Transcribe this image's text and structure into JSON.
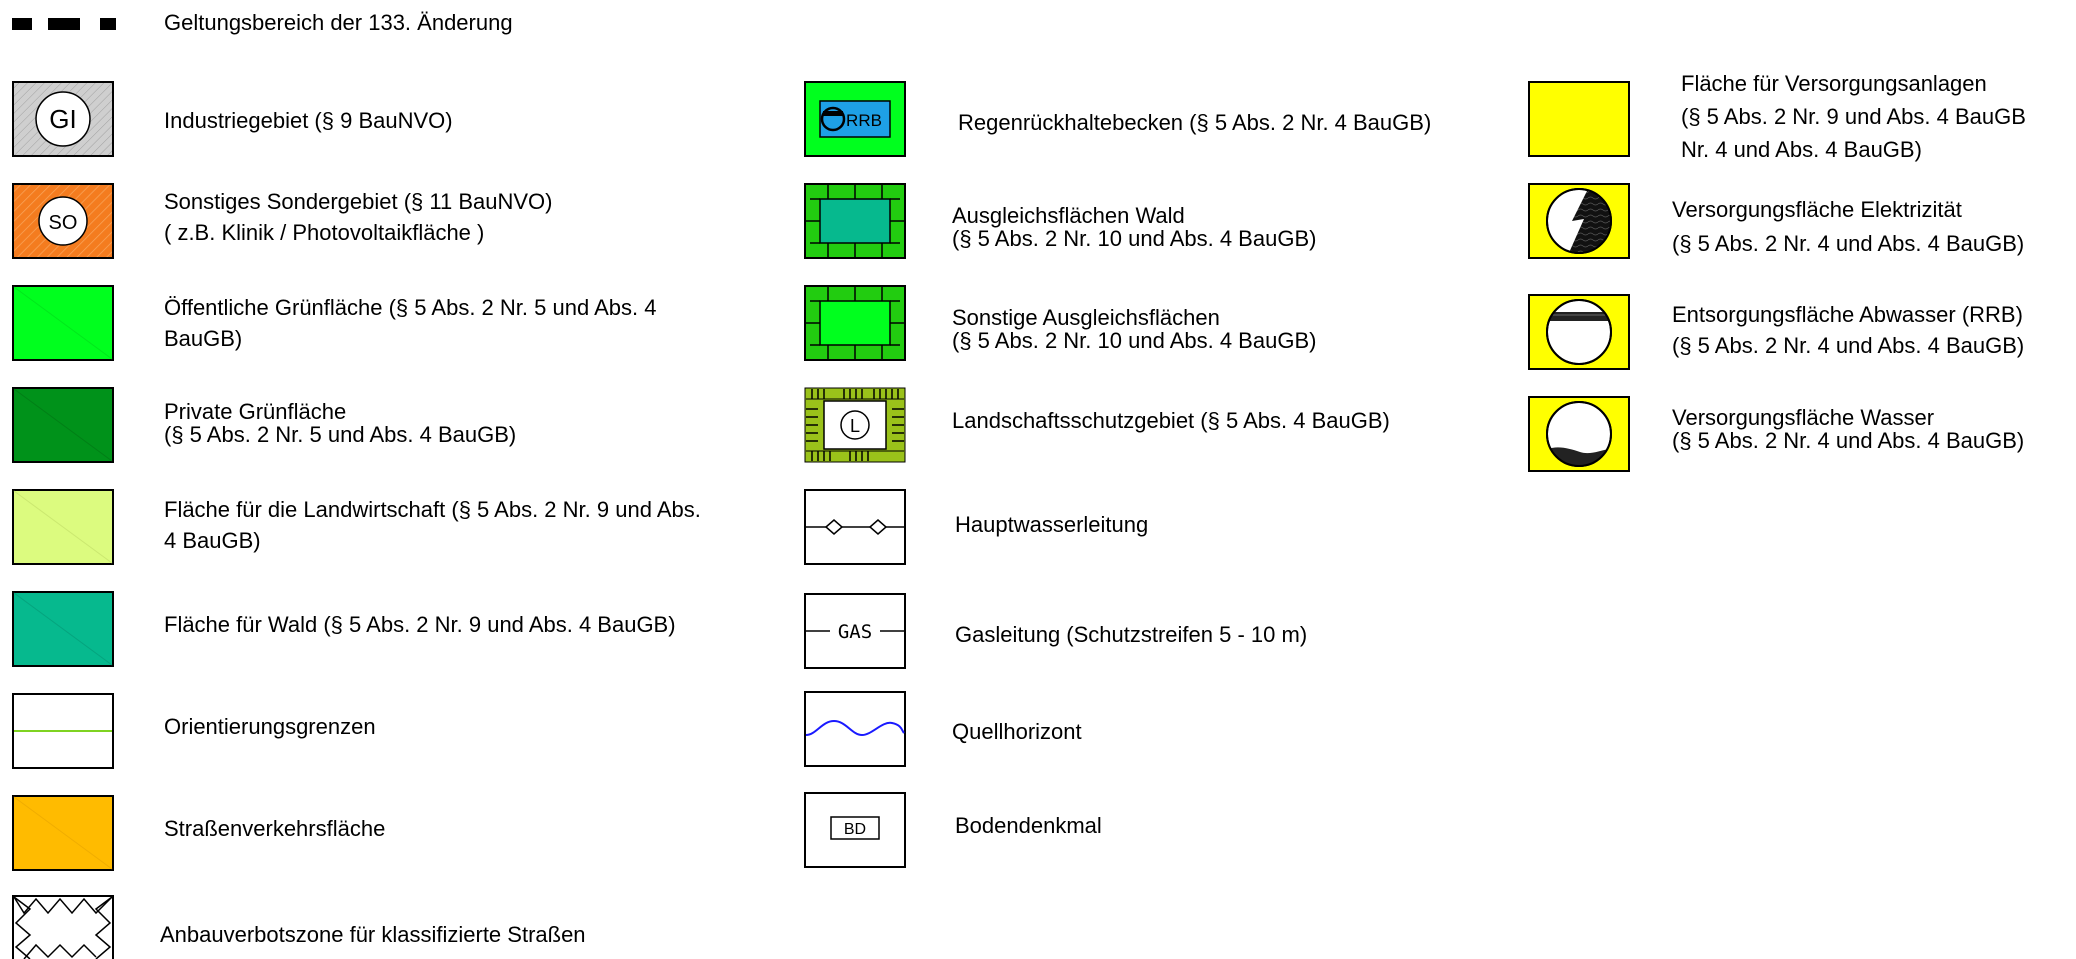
{
  "scope": {
    "label": "Geltungsbereich der 133. Änderung"
  },
  "left": [
    {
      "key": "gi",
      "symbol": "industrial-symbol",
      "badge": "GI",
      "color": "#c9c9c9",
      "label": "Industriegebiet (§ 9 BauNVO)"
    },
    {
      "key": "so",
      "symbol": "special-area-symbol",
      "badge": "SO",
      "color": "#f47c1f",
      "label": "Sonstiges Sondergebiet (§ 11 BauNVO)\n( z.B. Klinik  /  Photovoltaikfläche )"
    },
    {
      "key": "public-green",
      "symbol": "public-green-symbol",
      "color": "#00ff1e",
      "label": "Öffentliche Grünfläche (§ 5 Abs. 2 Nr. 5 und Abs. 4\nBauGB)"
    },
    {
      "key": "private-green",
      "symbol": "private-green-symbol",
      "color": "#00921a",
      "label": "Private Grünfläche\n(§ 5 Abs. 2 Nr. 5 und Abs. 4 BauGB)"
    },
    {
      "key": "agriculture",
      "symbol": "agriculture-symbol",
      "color": "#dcfb7f",
      "label": "Fläche für die Landwirtschaft (§ 5 Abs. 2 Nr. 9 und Abs.\n4 BauGB)"
    },
    {
      "key": "forest",
      "symbol": "forest-symbol",
      "color": "#06b98e",
      "label": "Fläche für Wald (§ 5 Abs. 2 Nr. 9 und Abs. 4 BauGB)"
    },
    {
      "key": "orientation",
      "symbol": "orientation-boundary-symbol",
      "color": "#7fd321",
      "label": "Orientierungsgrenzen"
    },
    {
      "key": "road",
      "symbol": "road-traffic-symbol",
      "color": "#ffbb00",
      "label": "Straßenverkehrsfläche"
    },
    {
      "key": "no-build",
      "symbol": "no-build-zone-symbol",
      "label": "Anbauverbotszone für klassifizierte Straßen"
    }
  ],
  "middle": [
    {
      "key": "rrb",
      "symbol": "retention-basin-symbol",
      "badge": "RRB",
      "color": "#00ff1e",
      "accent": "#1ea0e6",
      "label": "Regenrückhaltebecken (§ 5 Abs. 2 Nr. 4 BauGB)"
    },
    {
      "key": "comp-forest",
      "symbol": "compensation-forest-symbol",
      "color": "#22cc10",
      "accent": "#06b98e",
      "label": "Ausgleichsflächen Wald\n(§ 5 Abs. 2 Nr. 10 und Abs. 4 BauGB)"
    },
    {
      "key": "comp-other",
      "symbol": "compensation-other-symbol",
      "color": "#22cc10",
      "label": "Sonstige Ausgleichsflächen\n(§ 5 Abs. 2 Nr. 10 und Abs. 4 BauGB)"
    },
    {
      "key": "landscape",
      "symbol": "landscape-protection-symbol",
      "badge": "L",
      "color": "#9ac21a",
      "label": "Landschaftsschutzgebiet (§ 5 Abs. 4 BauGB)"
    },
    {
      "key": "water-main",
      "symbol": "water-main-symbol",
      "label": "Hauptwasserleitung"
    },
    {
      "key": "gas",
      "symbol": "gas-line-symbol",
      "badge": "GAS",
      "label": "Gasleitung (Schutzstreifen 5 - 10 m)"
    },
    {
      "key": "spring",
      "symbol": "spring-horizon-symbol",
      "color": "#1a1aff",
      "label": "Quellhorizont"
    },
    {
      "key": "bd",
      "symbol": "ground-monument-symbol",
      "badge": "BD",
      "label": "Bodendenkmal"
    }
  ],
  "right": [
    {
      "key": "supply",
      "symbol": "supply-facility-symbol",
      "color": "#ffff00",
      "label": "Fläche für Versorgungsanlagen\n(§ 5 Abs. 2 Nr. 9 und Abs. 4 BauGB\nNr. 4 und Abs. 4  BauGB)"
    },
    {
      "key": "electric",
      "symbol": "electricity-symbol",
      "color": "#ffff00",
      "label": "Versorgungsfläche Elektrizität\n(§ 5 Abs. 2 Nr. 4 und Abs. 4 BauGB)"
    },
    {
      "key": "sewage",
      "symbol": "sewage-symbol",
      "color": "#ffff00",
      "label": "Entsorgungsfläche Abwasser (RRB)\n(§ 5 Abs. 2 Nr. 4 und Abs. 4 BauGB)"
    },
    {
      "key": "water",
      "symbol": "water-supply-symbol",
      "color": "#ffff00",
      "label": "Versorgungsfläche Wasser\n(§ 5 Abs. 2 Nr. 4 und Abs. 4 BauGB)"
    }
  ]
}
